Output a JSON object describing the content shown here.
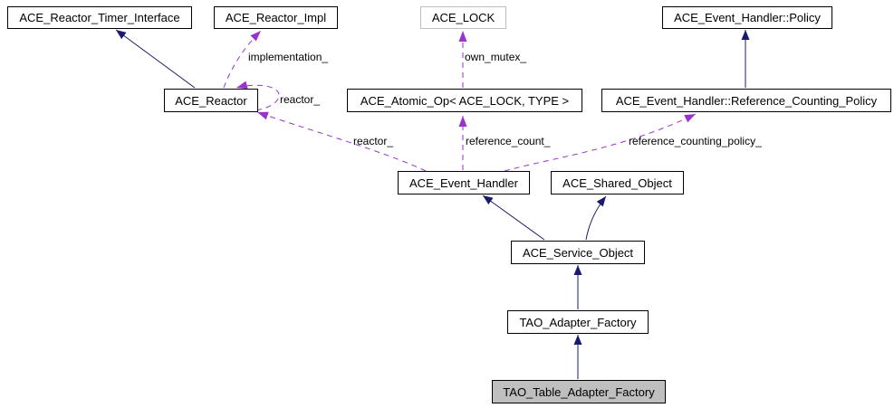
{
  "diagram": {
    "kind": "doxygen-collaboration-diagram",
    "colors": {
      "inheritance_edge": "#191970",
      "usage_edge": "#9a32cd",
      "node_border": "#000000",
      "external_node_border": "#bdbdbd",
      "current_node_fill": "#bfbfbf",
      "background": "#ffffff",
      "text": "#000000"
    }
  },
  "nodes": {
    "reactor_timer_interface": {
      "label": "ACE_Reactor_Timer_Interface"
    },
    "reactor_impl": {
      "label": "ACE_Reactor_Impl"
    },
    "ace_lock": {
      "label": "ACE_LOCK"
    },
    "policy": {
      "label": "ACE_Event_Handler::Policy"
    },
    "reactor": {
      "label": "ACE_Reactor"
    },
    "atomic_op": {
      "label": "ACE_Atomic_Op< ACE_LOCK, TYPE >"
    },
    "reference_counting_policy_class": {
      "label": "ACE_Event_Handler::Reference_Counting_Policy"
    },
    "event_handler": {
      "label": "ACE_Event_Handler"
    },
    "shared_object": {
      "label": "ACE_Shared_Object"
    },
    "service_object": {
      "label": "ACE_Service_Object"
    },
    "adapter_factory": {
      "label": "TAO_Adapter_Factory"
    },
    "table_adapter_factory": {
      "label": "TAO_Table_Adapter_Factory"
    }
  },
  "edge_labels": {
    "implementation": "implementation_",
    "own_mutex": "own_mutex_",
    "reactor_self": "reactor_",
    "reactor_member": "reactor_",
    "reference_count": "reference_count_",
    "reference_counting_policy": "reference_counting_policy_"
  }
}
